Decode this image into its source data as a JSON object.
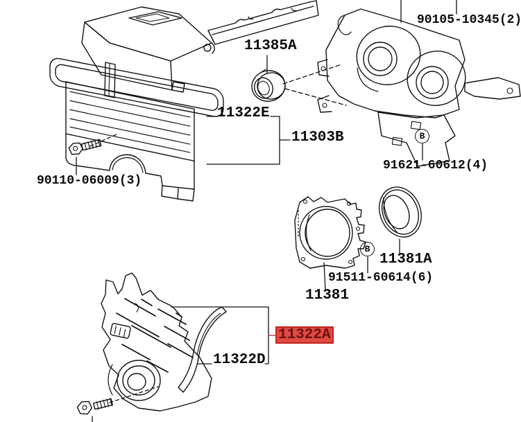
{
  "diagram": {
    "type": "exploded-parts-diagram",
    "line_color": "#111111",
    "highlight": {
      "fill": "#e04a42",
      "border": "#c0241e",
      "text_color": "#6d1111"
    },
    "labels": [
      {
        "text": "90105-10345(2)",
        "highlighted": false
      },
      {
        "text": "11385A",
        "highlighted": false
      },
      {
        "text": "11322E",
        "highlighted": false
      },
      {
        "text": "11303B",
        "highlighted": false
      },
      {
        "text": "91621-60612(4)",
        "highlighted": false
      },
      {
        "text": "90110-06009(3)",
        "highlighted": false
      },
      {
        "text": "11381A",
        "highlighted": false
      },
      {
        "text": "91511-60614(6)",
        "highlighted": false
      },
      {
        "text": "11381",
        "highlighted": false
      },
      {
        "text": "11322A",
        "highlighted": true
      },
      {
        "text": "11322D",
        "highlighted": false
      }
    ],
    "fastener_symbols": [
      {
        "letter": "B"
      },
      {
        "letter": "B"
      }
    ]
  }
}
